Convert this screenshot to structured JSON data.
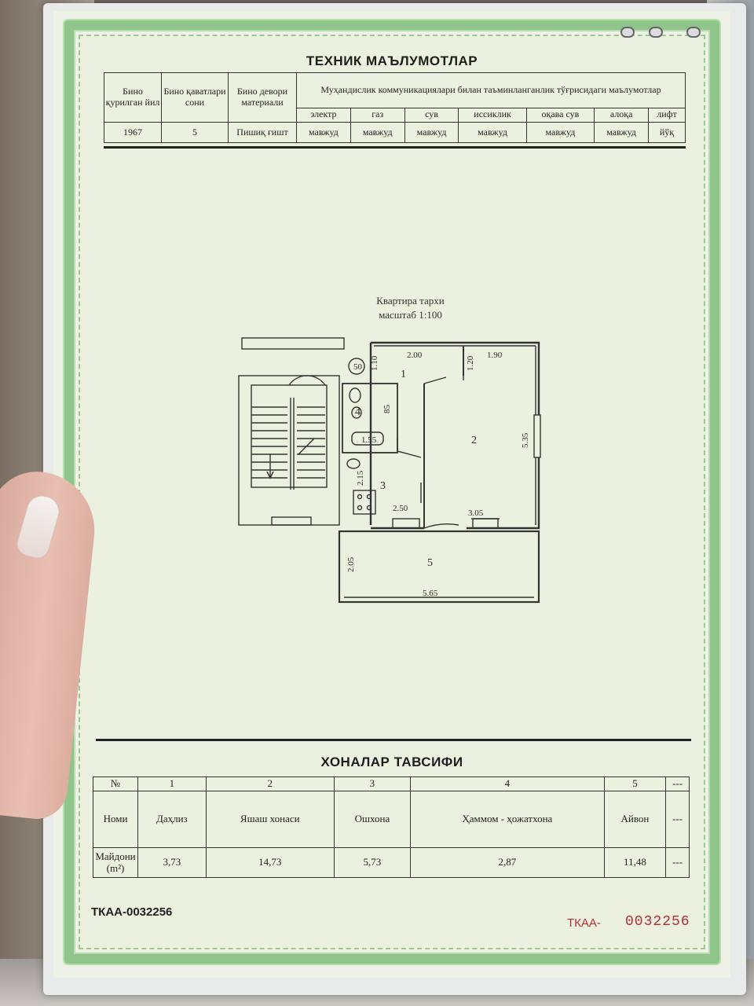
{
  "document": {
    "tech_title": "ТЕХНИК МАЪЛУМОТЛАР",
    "tech_table": {
      "col_year": "Бино қурилган йил",
      "col_floors": "Бино қаватлари сони",
      "col_wall": "Бино девори материали",
      "comm_header": "Муҳандислик коммуникациялари билан таъминланганлик тўғрисидаги маълумотлар",
      "utilities": [
        "электр",
        "газ",
        "сув",
        "иссиклик",
        "оқава сув",
        "алоқа",
        "лифт"
      ],
      "year": "1967",
      "floors": "5",
      "wall": "Пишиқ ғишт",
      "utility_values": [
        "мавжуд",
        "мавжуд",
        "мавжуд",
        "мавжуд",
        "мавжуд",
        "мавжуд",
        "йўқ"
      ]
    },
    "plan": {
      "caption_line1": "Квартира тархи",
      "caption_line2": "масштаб 1:100",
      "stair_number": "50",
      "dimensions": [
        "2.00",
        "1.90",
        "1.10",
        "1.20",
        "85",
        "1.55",
        "5.35",
        "2.15",
        "2.50",
        "3.05",
        "2.05",
        "5.65"
      ],
      "room_numbers": [
        "1",
        "2",
        "3",
        "4",
        "5"
      ]
    },
    "rooms_title": "ХОНАЛАР ТАВСИФИ",
    "rooms_table": {
      "row_num_label": "№",
      "row_name_label": "Номи",
      "row_area_label": "Майдони (m²)",
      "numbers": [
        "1",
        "2",
        "3",
        "4",
        "5",
        "---"
      ],
      "names": [
        "Даҳлиз",
        "Яшаш хонаси",
        "Ошхона",
        "Ҳаммом - ҳожатхона",
        "Айвон",
        "---"
      ],
      "areas": [
        "3,73",
        "14,73",
        "5,73",
        "2,87",
        "11,48",
        "---"
      ]
    },
    "ref_left": "ТКАА-0032256",
    "ref_right_prefix": "ТКАА-",
    "ref_right_number": "0032256"
  },
  "colors": {
    "border_green": "#8fc58a",
    "paper": "#ecf0de",
    "serial_red": "#b0303a"
  }
}
